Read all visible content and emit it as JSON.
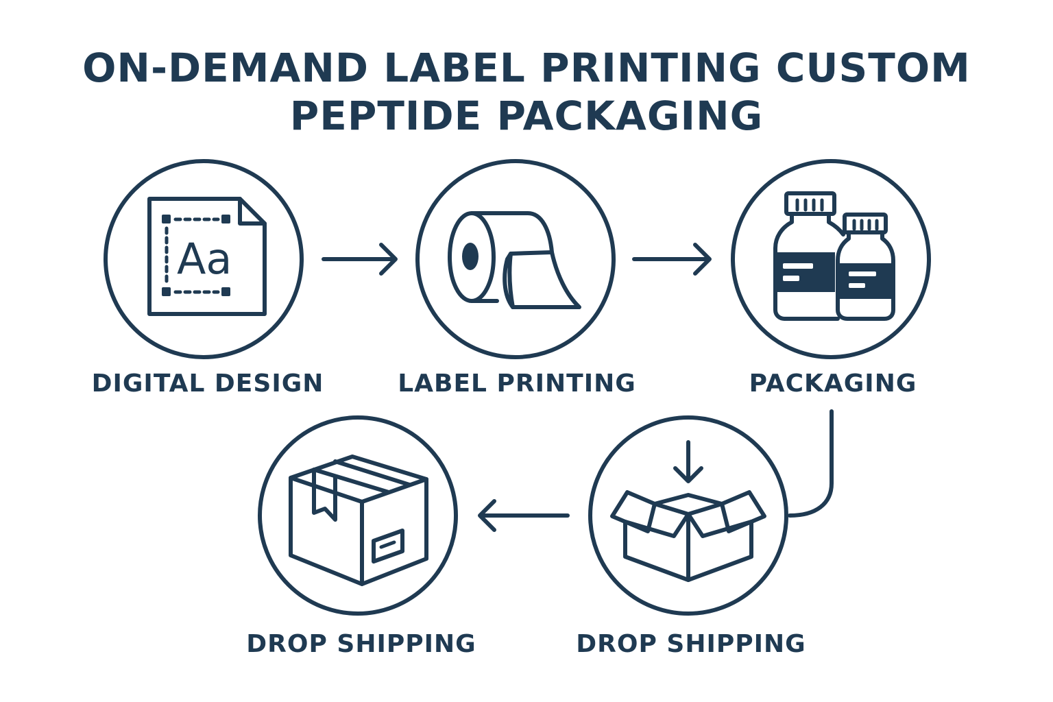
{
  "title": {
    "line1": "ON-DEMAND LABEL PRINTING CUSTOM",
    "line2": "PEPTIDE PACKAGING"
  },
  "steps": [
    {
      "label": "DIGITAL DESIGN",
      "icon": "design-document-icon",
      "icon_text": "Aa"
    },
    {
      "label": "LABEL PRINTING",
      "icon": "label-roll-icon"
    },
    {
      "label": "PACKAGING",
      "icon": "bottles-icon"
    },
    {
      "label": "DROP SHIPPING",
      "icon": "closed-box-icon"
    },
    {
      "label": "DROP SHIPPING",
      "icon": "open-box-icon"
    }
  ],
  "colors": {
    "primary": "#1f3a52",
    "background": "#ffffff"
  }
}
